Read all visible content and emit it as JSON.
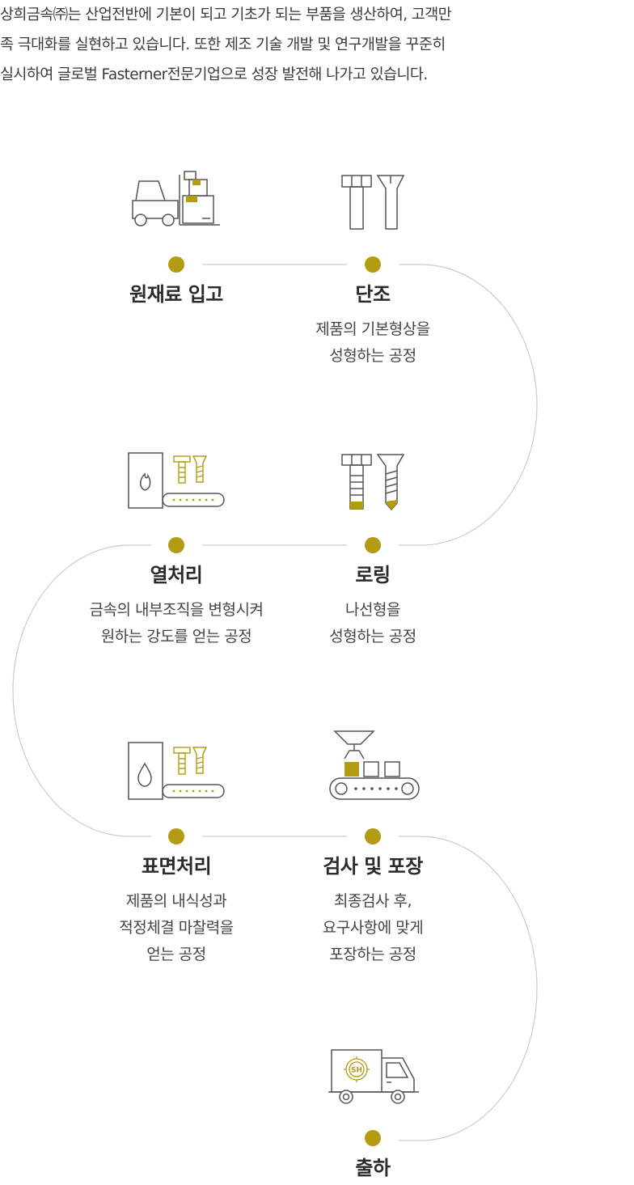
{
  "intro": {
    "lines": [
      "상희금속㈜는 산업전반에 기본이 되고 기초가 되는 부품을 생산하여, 고객만",
      "족 극대화를 실현하고 있습니다. 또한 제조 기술 개발 및 연구개발을 꾸준히",
      "실시하여 글로벌 Fasterner전문기업으로 성장 발전해 나가고 있습니다."
    ]
  },
  "colors": {
    "accent": "#b39b12",
    "line": "#cccccc",
    "icon_stroke": "#555555"
  },
  "steps": [
    {
      "title": "원재료 입고",
      "desc": [],
      "icon": "forklift-icon"
    },
    {
      "title": "단조",
      "desc": [
        "제품의 기본형상을",
        "성형하는 공정"
      ],
      "icon": "bolt-blank-icon"
    },
    {
      "title": "열처리",
      "desc": [
        "금속의 내부조직을 변형시켜",
        "원하는 강도를 얻는 공정"
      ],
      "icon": "furnace-icon"
    },
    {
      "title": "로링",
      "desc": [
        "나선형을",
        "성형하는 공정"
      ],
      "icon": "threaded-bolt-icon"
    },
    {
      "title": "표면처리",
      "desc": [
        "제품의 내식성과",
        "적정체결 마찰력을",
        "얻는 공정"
      ],
      "icon": "plating-icon"
    },
    {
      "title": "검사 및 포장",
      "desc": [
        "최종검사 후,",
        "요구사항에 맞게",
        "포장하는 공정"
      ],
      "icon": "inspection-conveyor-icon"
    },
    {
      "title": "출하",
      "desc": [],
      "icon": "delivery-truck-icon"
    }
  ],
  "truck_logo": {
    "text": "SH"
  }
}
